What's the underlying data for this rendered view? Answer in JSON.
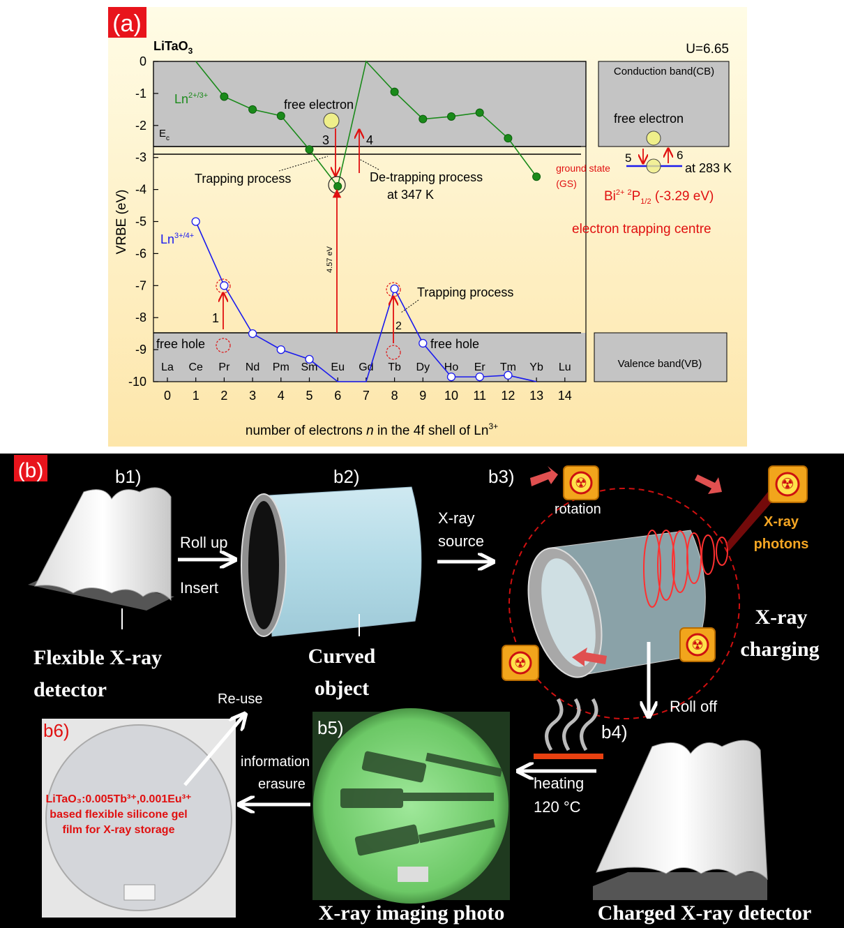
{
  "panel_a": {
    "label": "(a)",
    "host": "LiTaO",
    "host_sub": "3",
    "u_value": "U=6.65",
    "ylabel": "VRBE (eV)",
    "xlabel_pre": "number of electrons ",
    "xlabel_n": "n",
    "xlabel_post": " in the 4f shell of Ln",
    "xlabel_sup": "3+",
    "yticks": [
      "0",
      "-1",
      "-2",
      "-3",
      "-4",
      "-5",
      "-6",
      "-7",
      "-8",
      "-9",
      "-10"
    ],
    "xticks": [
      "0",
      "1",
      "2",
      "3",
      "4",
      "5",
      "6",
      "7",
      "8",
      "9",
      "10",
      "11",
      "12",
      "13",
      "14"
    ],
    "elements": [
      "La",
      "Ce",
      "Pr",
      "Nd",
      "Pm",
      "Sm",
      "Eu",
      "Gd",
      "Tb",
      "Dy",
      "Ho",
      "Er",
      "Tm",
      "Yb",
      "Lu"
    ],
    "ec_label": "E",
    "ec_sub": "c",
    "ln23_label": "Ln",
    "ln23_sup": "2+/3+",
    "ln34_label": "Ln",
    "ln34_sup": "3+/4+",
    "free_electron": "free electron",
    "free_hole_left": "free hole",
    "free_hole_right": "free hole",
    "trapping_1": "Trapping process",
    "trapping_2": "Trapping process",
    "detrapping_1": "De-trapping process",
    "detrapping_2": "at 347 K",
    "ev_label": "4.57 eV",
    "num_1": "1",
    "num_2": "2",
    "num_3": "3",
    "num_4": "4",
    "num_5": "5",
    "num_6": "6",
    "cb_label": "Conduction band(CB)",
    "vb_label": "Valence band(VB)",
    "side_free_electron": "free electron",
    "ground_state_1": "ground state",
    "ground_state_2": "(GS)",
    "temp_283": "at 283 K",
    "bi_main": "Bi",
    "bi_sup": "2+",
    "bi_sup2": "2",
    "bi_p": "P",
    "bi_sub": "1/2",
    "bi_val": " (-3.29 eV)",
    "trap_centre": "electron trapping centre",
    "colors": {
      "ln23": "#1a8a1a",
      "ln34": "#1a1aee",
      "arrow": "#e01010",
      "band": "#c4c4c4",
      "bg_top": "#fffce0",
      "bg_bottom": "#fde9b0"
    }
  },
  "chart_data": {
    "type": "line",
    "xlabel": "number of electrons n in the 4f shell of Ln3+",
    "ylabel": "VRBE (eV)",
    "xlim": [
      0,
      14
    ],
    "ylim": [
      -10,
      0
    ],
    "x_categories": [
      "La",
      "Ce",
      "Pr",
      "Nd",
      "Pm",
      "Sm",
      "Eu",
      "Gd",
      "Tb",
      "Dy",
      "Ho",
      "Er",
      "Tm",
      "Yb",
      "Lu"
    ],
    "series": [
      {
        "name": "Ln2+/3+",
        "x": [
          1,
          2,
          3,
          4,
          5,
          6,
          7,
          8,
          9,
          10,
          11,
          12,
          13
        ],
        "y": [
          0.05,
          -1.1,
          -1.5,
          -1.7,
          -2.75,
          -3.9,
          0.2,
          -0.95,
          -1.8,
          -1.72,
          -1.6,
          -2.4,
          -3.6
        ]
      },
      {
        "name": "Ln3+/4+",
        "x": [
          1,
          2,
          3,
          4,
          5,
          6,
          7,
          8,
          9,
          10,
          11,
          12,
          13
        ],
        "y": [
          -5.0,
          -7.0,
          -8.5,
          -9.0,
          -9.3,
          -10.3,
          -10.3,
          -7.1,
          -8.8,
          -9.85,
          -9.85,
          -9.8,
          -10.3
        ]
      }
    ],
    "levels": {
      "Ec": -2.65,
      "Ec2": -2.9,
      "VB_top": -8.5
    },
    "transition_ev": 4.57,
    "bi_level": -3.29
  },
  "panel_b": {
    "label": "(b)",
    "b1": "b1)",
    "b2": "b2)",
    "b3": "b3)",
    "b4": "b4)",
    "b5": "b5)",
    "b6": "b6)",
    "roll_up": "Roll up",
    "insert": "Insert",
    "xray_source_1": "X-ray",
    "xray_source_2": "source",
    "rotation": "rotation",
    "xray_photons_1": "X-ray",
    "xray_photons_2": "photons",
    "xray_charging_1": "X-ray",
    "xray_charging_2": "charging",
    "roll_off": "Roll off",
    "heating": "heating",
    "heating_temp": "120 °C",
    "info_1": "information",
    "info_2": "erasure",
    "reuse": "Re-use",
    "flex_1": "Flexible X-ray",
    "flex_2": "detector",
    "curved_1": "Curved",
    "curved_2": "object",
    "imaging_photo": "X-ray imaging photo",
    "charged_detector": "Charged X-ray detector",
    "film_1": "LiTaO₃:0.005Tb³⁺,0.001Eu³⁺",
    "film_2": "based flexible silicone gel",
    "film_3": "film for X-ray storage",
    "colors": {
      "label_bg": "#e8141c",
      "photon_text": "#f5a623",
      "film_text": "#e01010",
      "glow": "#7ee07a"
    }
  }
}
